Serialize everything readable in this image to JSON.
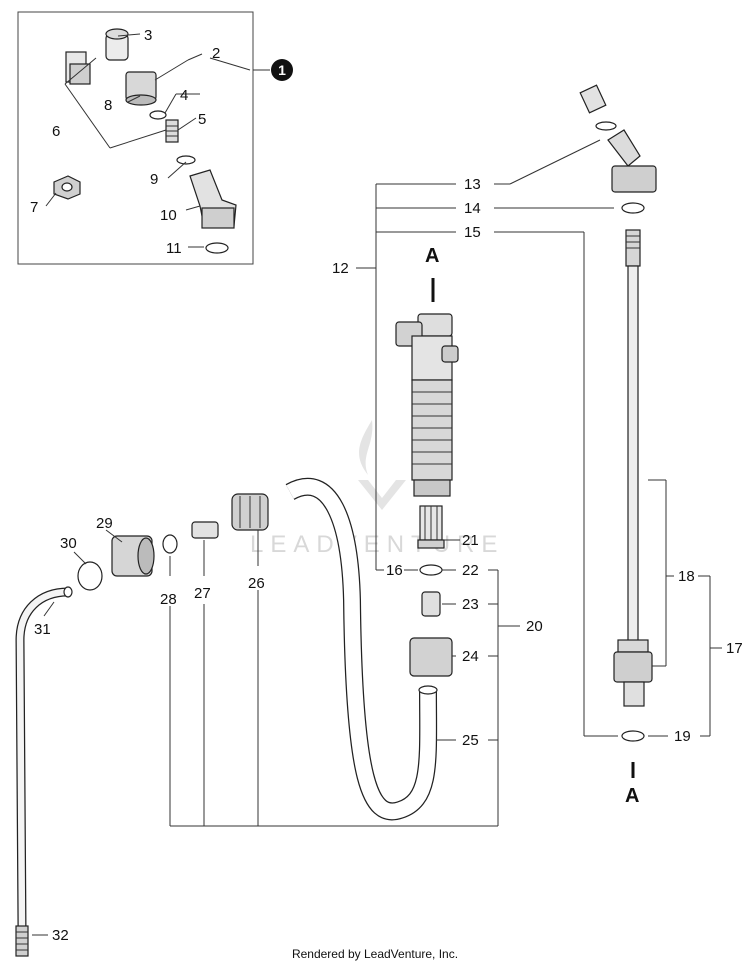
{
  "kit_marker": "1",
  "section_marker": "A",
  "watermark": "LEADVENTURE",
  "footer": "Rendered by LeadVenture, Inc.",
  "callouts": {
    "c2": "2",
    "c3": "3",
    "c4": "4",
    "c5": "5",
    "c6": "6",
    "c7": "7",
    "c8": "8",
    "c9": "9",
    "c10": "10",
    "c11": "11",
    "c12": "12",
    "c13": "13",
    "c14": "14",
    "c15": "15",
    "c16": "16",
    "c17": "17",
    "c18": "18",
    "c19": "19",
    "c20": "20",
    "c21": "21",
    "c22": "22",
    "c23": "23",
    "c24": "24",
    "c25": "25",
    "c26": "26",
    "c27": "27",
    "c28": "28",
    "c29": "29",
    "c30": "30",
    "c31": "31",
    "c32": "32"
  }
}
